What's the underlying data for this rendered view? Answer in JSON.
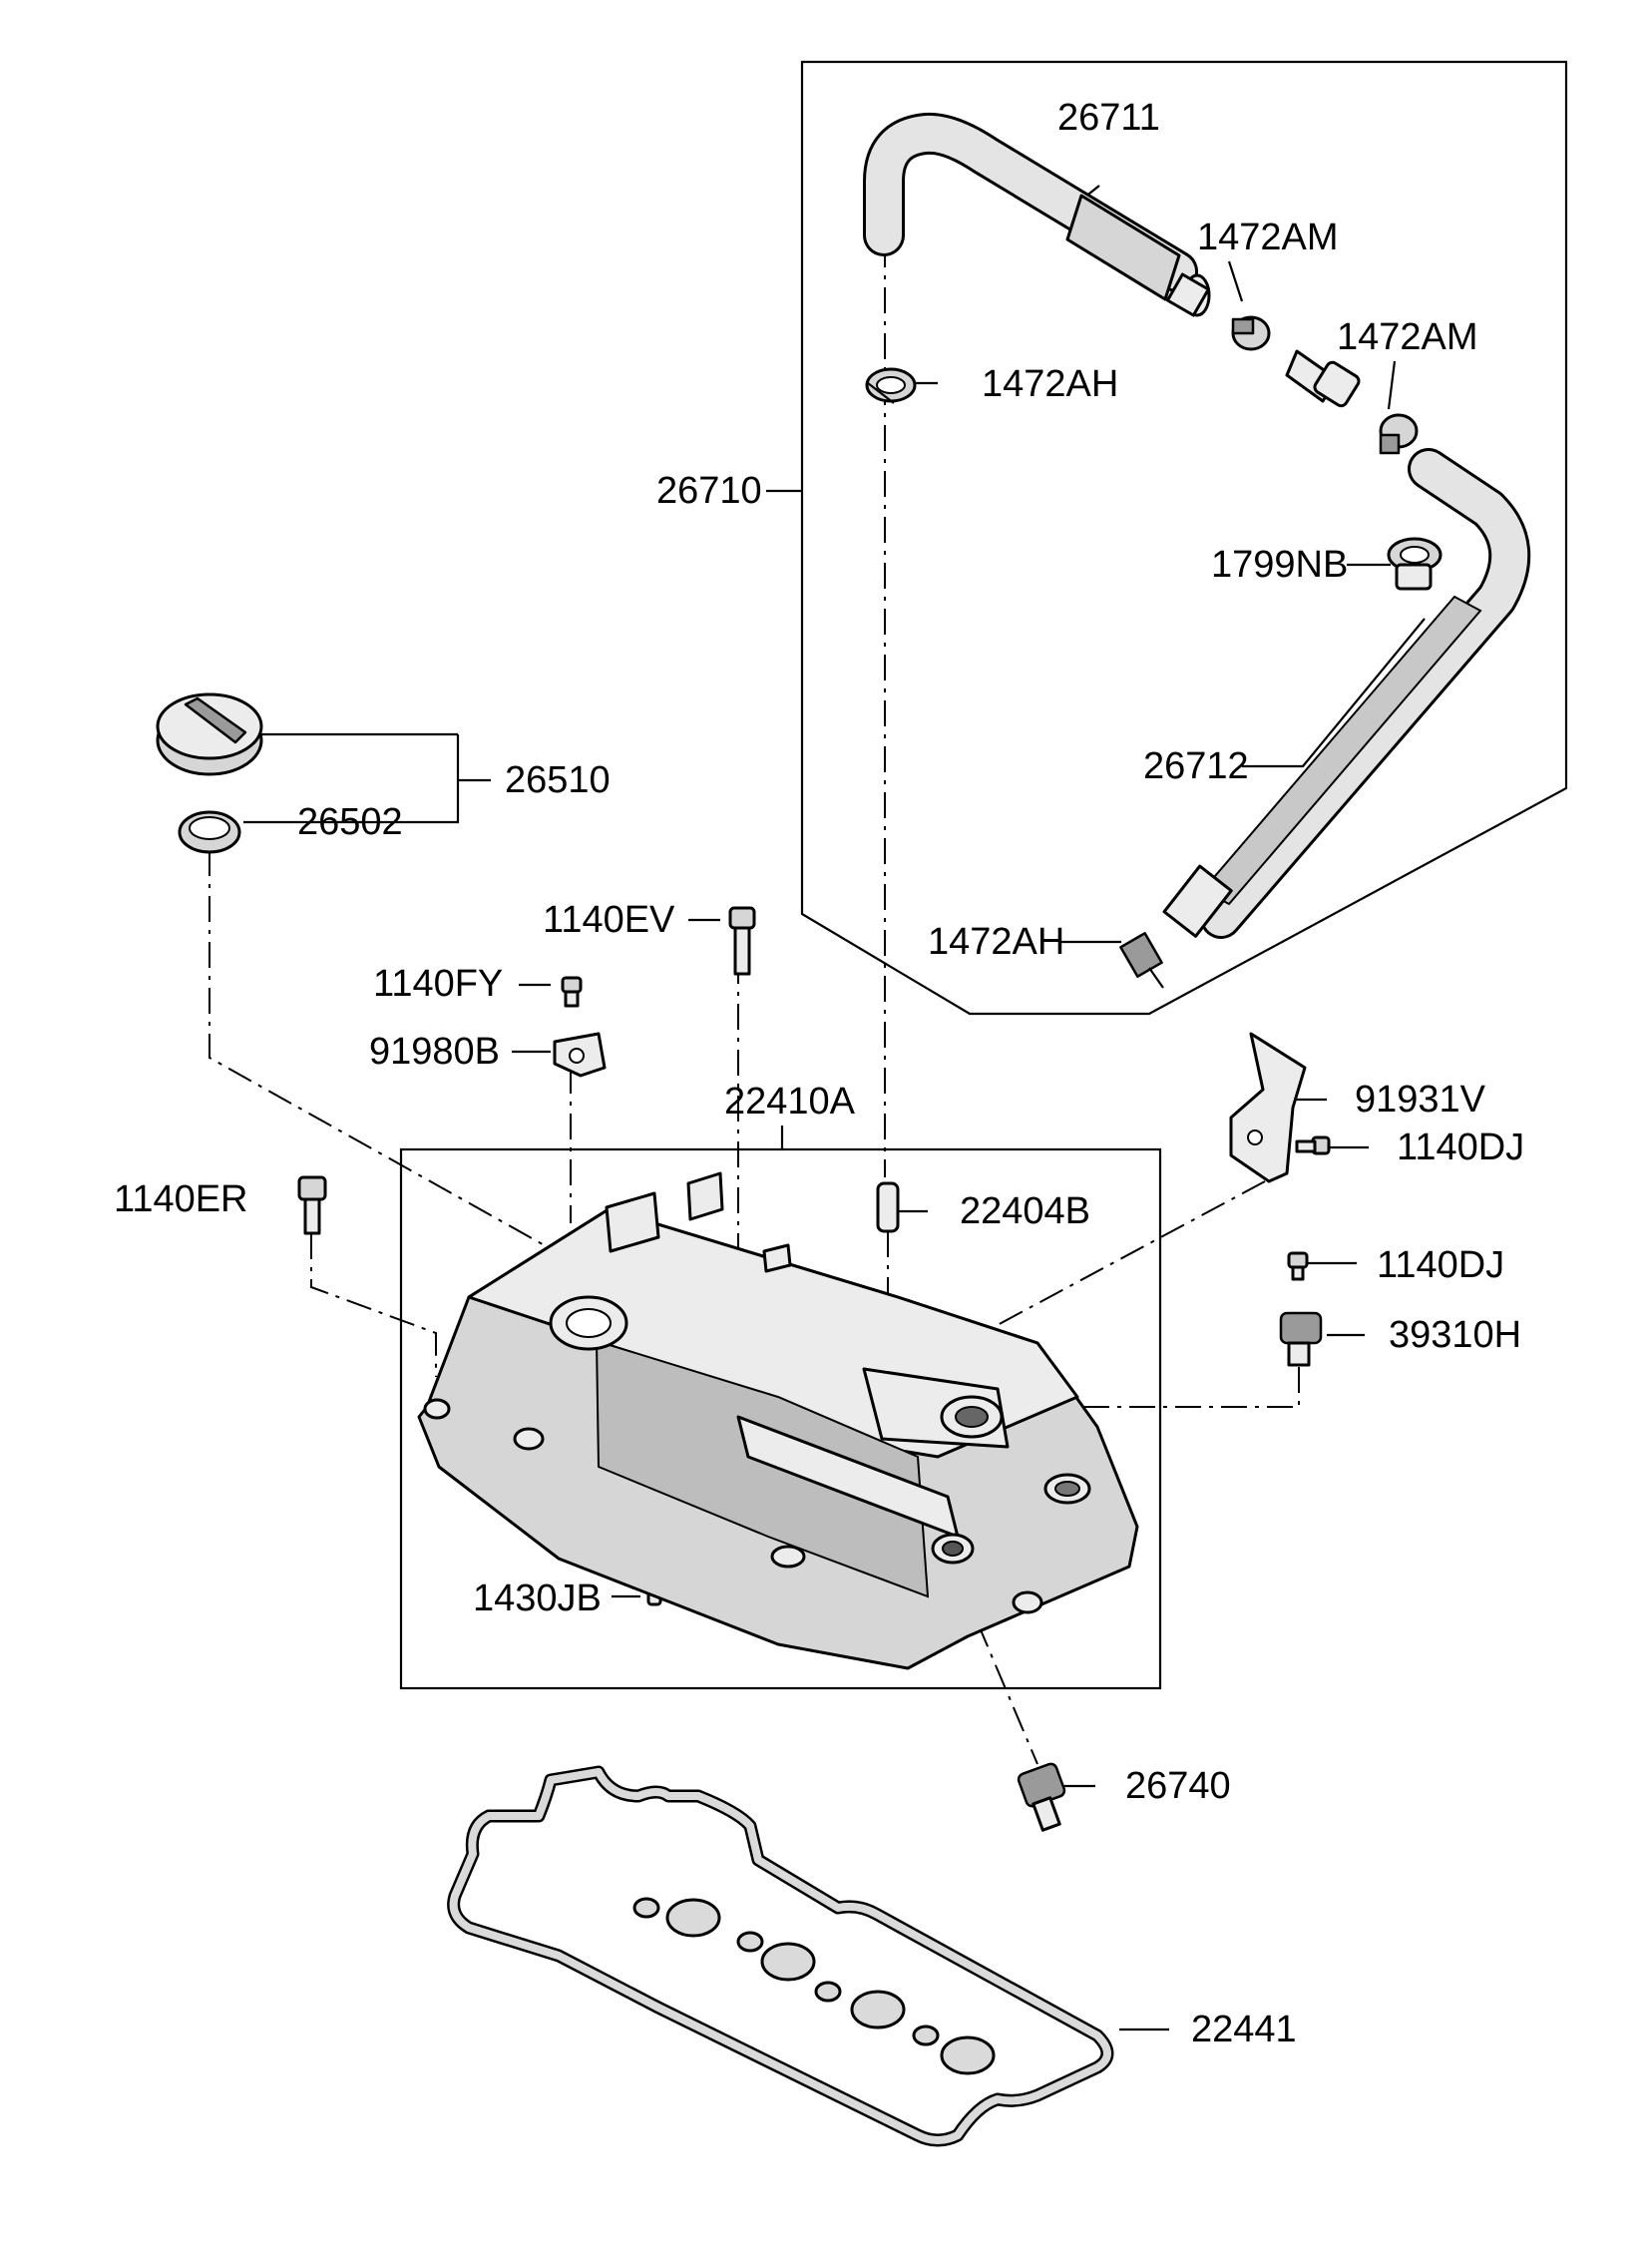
{
  "diagram": {
    "callouts": {
      "c26711": "26711",
      "c1472AM_a": "1472AM",
      "c1472AM_b": "1472AM",
      "c1472AH_a": "1472AH",
      "c26710": "26710",
      "c1799NB": "1799NB",
      "c26712": "26712",
      "c1472AH_b": "1472AH",
      "c26510": "26510",
      "c26502": "26502",
      "c1140EV": "1140EV",
      "c1140FY": "1140FY",
      "c91980B": "91980B",
      "c22410A": "22410A",
      "c91931V": "91931V",
      "c1140DJ_a": "1140DJ",
      "c1140ER": "1140ER",
      "c22404B": "22404B",
      "c1140DJ_b": "1140DJ",
      "c39310H": "39310H",
      "c1430JB": "1430JB",
      "c26740": "26740",
      "c22441": "22441"
    }
  }
}
